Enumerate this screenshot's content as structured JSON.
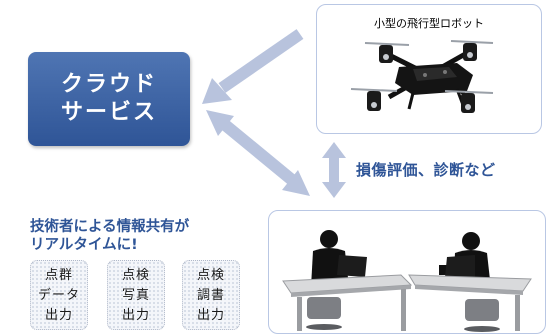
{
  "cloud": {
    "line1": "クラウド",
    "line2": "サービス"
  },
  "drone": {
    "title": "小型の飛行型ロボット"
  },
  "flow": {
    "damage_label": "損傷評価、診断など"
  },
  "sharing": {
    "line1": "技術者による情報共有が",
    "line2": "リアルタイムに!"
  },
  "outputs": [
    {
      "lines": [
        "点群",
        "データ",
        "出力"
      ]
    },
    {
      "lines": [
        "点検",
        "写真",
        "出力"
      ]
    },
    {
      "lines": [
        "点検",
        "調書",
        "出力"
      ]
    }
  ],
  "colors": {
    "accent": "#2f5597",
    "arrow": "#b8c3dd",
    "panel_border": "#b9c7e4"
  }
}
